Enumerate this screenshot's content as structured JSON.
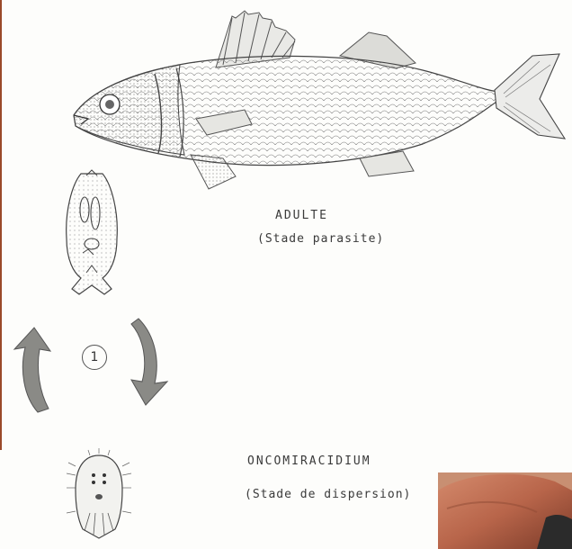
{
  "stages": {
    "adult": {
      "name": "ADULTE",
      "desc": "(Stade parasite)"
    },
    "larva": {
      "name": "ONCOMIRACIDIUM",
      "desc": "(Stade de dispersion)"
    }
  },
  "cycle": {
    "number": "1"
  },
  "icons": {
    "fish": "fish-illustration",
    "adult_worm": "monogenean-adult-illustration",
    "larva": "oncomiracidium-illustration",
    "arrow_up": "curved-arrow-up-icon",
    "arrow_down": "curved-arrow-down-icon"
  },
  "colors": {
    "ink": "#3a3a3a",
    "paper": "#fdfdfb",
    "photo_skin": "#b8654a"
  }
}
